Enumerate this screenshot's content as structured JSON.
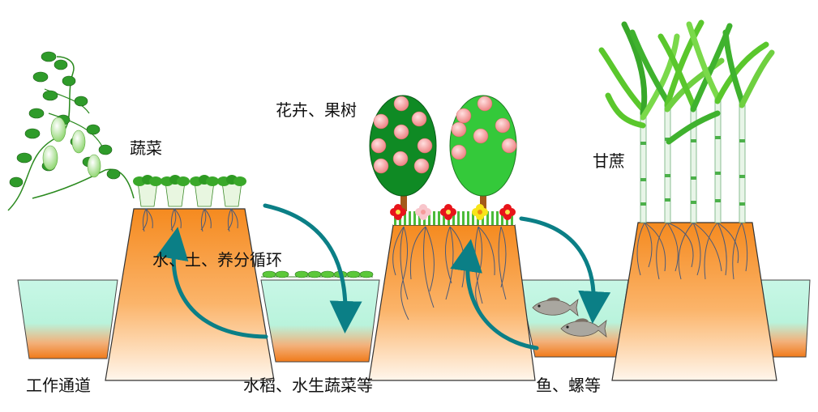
{
  "labels": {
    "vegetables": "蔬菜",
    "flowers_fruit_trees": "花卉、果树",
    "sugarcane": "甘蔗",
    "cycle": "水、土、养分循环",
    "work_path": "工作通道",
    "rice_aquatic": "水稻、水生蔬菜等",
    "fish_snails": "鱼、螺等"
  },
  "colors": {
    "ridge_top": "#f58a1f",
    "ridge_bottom": "#fff6ec",
    "water": "#b9f3dc",
    "arrow": "#0b7f86",
    "leaf": "#5ac72c",
    "fruit": "#f28f8f"
  },
  "icons": [
    "vine-icon",
    "cabbage-icon",
    "fruit-tree-icon",
    "flower-icon",
    "sugarcane-icon",
    "fish-icon",
    "water-plant-icon"
  ]
}
